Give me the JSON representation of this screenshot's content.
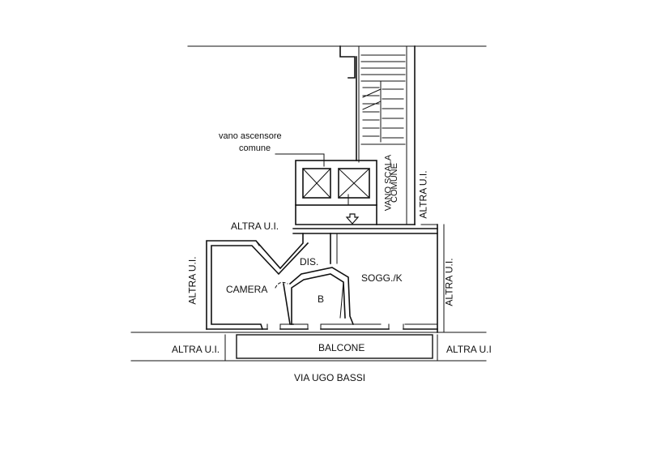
{
  "floorplan": {
    "labels": {
      "elevator_line1": "vano ascensore",
      "elevator_line2": "comune",
      "stair_line1": "VANO SCALA",
      "stair_line2": "COMUNE",
      "altra_ui_right_shaft": "ALTRA U.I.",
      "altra_ui_top": "ALTRA U.I.",
      "altra_ui_left_vertical": "ALTRA U.I.",
      "altra_ui_right_vertical": "ALTRA U.I.",
      "altra_ui_bottom_left": "ALTRA U.I.",
      "altra_ui_bottom_right": "ALTRA U.I",
      "dis": "DIS.",
      "camera": "CAMERA",
      "sogg": "SOGG./K",
      "bath": "B",
      "balcone": "BALCONE",
      "street": "VIA UGO BASSI"
    },
    "colors": {
      "line": "#111111",
      "background": "#ffffff"
    }
  }
}
